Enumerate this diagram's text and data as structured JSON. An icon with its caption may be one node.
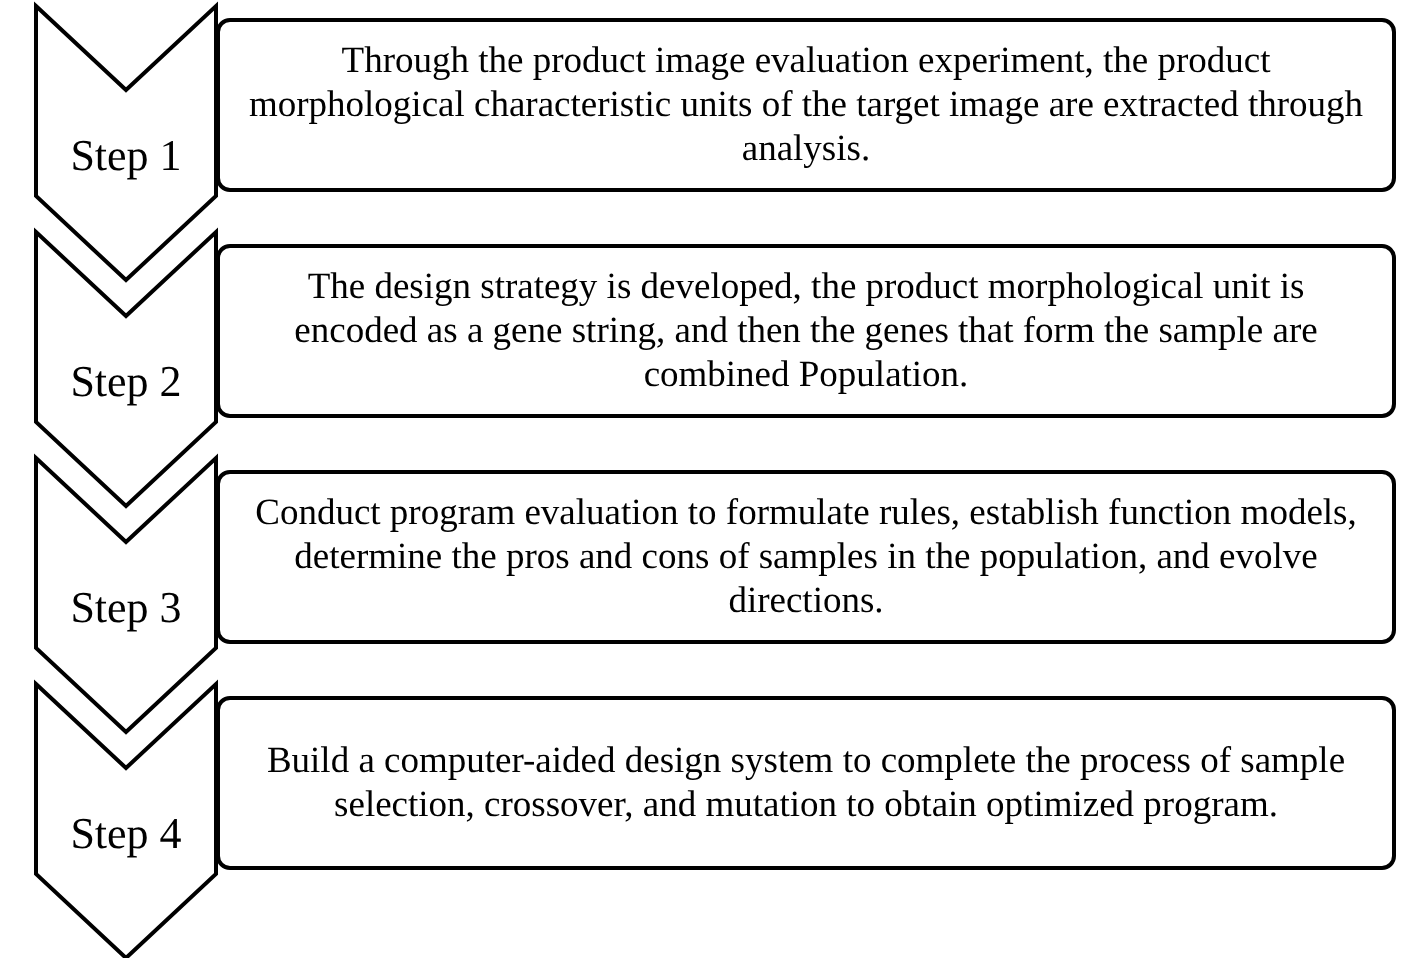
{
  "diagram": {
    "nodes": [
      {
        "text": [
          "Step 1"
        ]
      },
      {
        "text": [
          "Through the product image evaluation experiment, the product morphological characteristic units of the target image are extracted through analysis."
        ]
      },
      {
        "text": [
          "Step 2"
        ]
      },
      {
        "text": [
          "The design strategy is developed, the product morphological unit is encoded as a gene string, and then the genes that form the sample are combined Population."
        ]
      },
      {
        "text": [
          "Step 3"
        ]
      },
      {
        "text": [
          "Conduct program evaluation to formulate rules, establish function models, determine the pros and cons of samples in the population, and evolve directions."
        ]
      },
      {
        "text": [
          "Step 4"
        ]
      },
      {
        "text": [
          "Build a computer-aided design system to complete the process of sample selection, crossover, and mutation to obtain optimized program."
        ]
      }
    ]
  }
}
